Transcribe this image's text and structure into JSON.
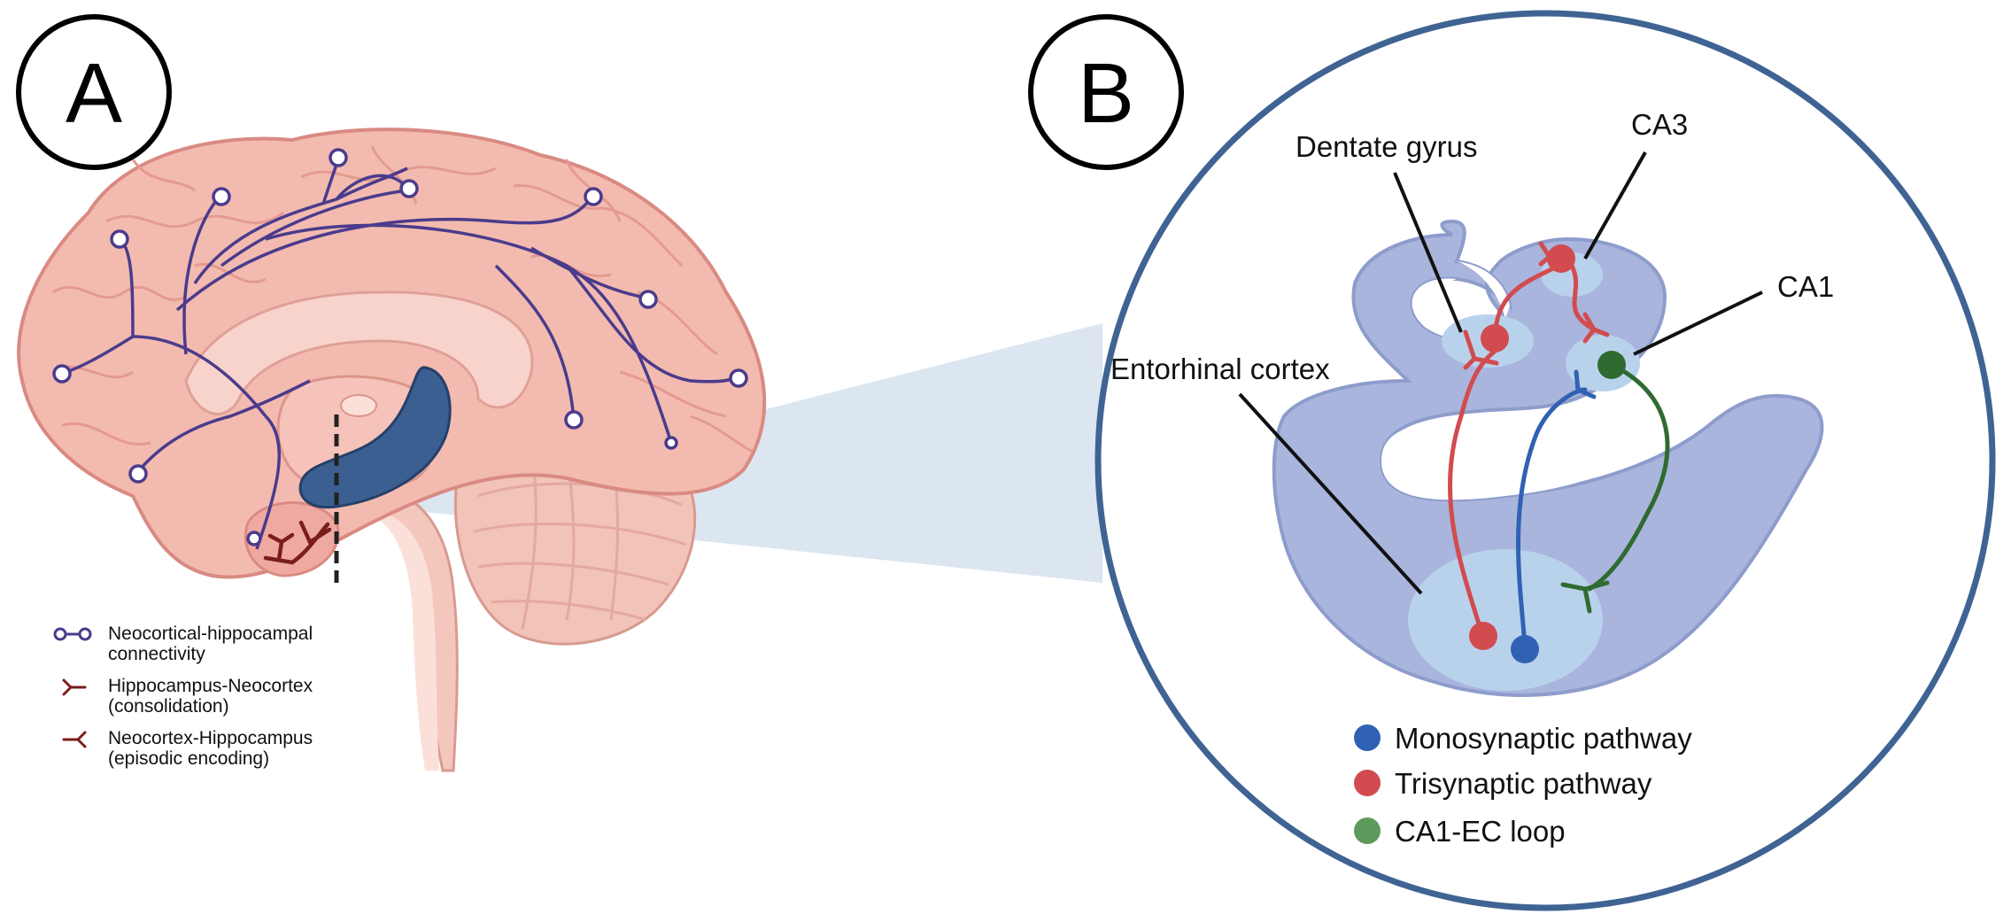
{
  "panel_a": {
    "letter": "A",
    "legend": [
      {
        "line1": "Neocortical-hippocampal",
        "line2": "connectivity",
        "icon": "circle-link-icon"
      },
      {
        "line1": "Hippocampus-Neocortex",
        "line2": "(consolidation)",
        "icon": "synapse-right-icon"
      },
      {
        "line1": "Neocortex-Hippocampus",
        "line2": "(episodic encoding)",
        "icon": "synapse-left-icon"
      }
    ]
  },
  "panel_b": {
    "letter": "B",
    "labels": {
      "dentate_gyrus": "Dentate gyrus",
      "ca3": "CA3",
      "ca1": "CA1",
      "entorhinal_cortex": "Entorhinal cortex"
    },
    "legend": [
      {
        "label": "Monosynaptic pathway",
        "color": "#2f62b3"
      },
      {
        "label": "Trisynaptic pathway",
        "color": "#d24b4e"
      },
      {
        "label": "CA1-EC loop",
        "color": "#4f8a4d"
      }
    ]
  },
  "colors": {
    "brain": "#f2b9ae",
    "brain_outline": "#d98a82",
    "connectivity": "#4b3b8c",
    "hippocampus": "#3c5f91",
    "synapse_dark": "#7a1d1d",
    "zoom_beam": "#d6e2ee",
    "circle_border": "#3f6393",
    "hippo_tissue": "#a9b5dc",
    "hippo_light": "#b9d2ec",
    "monosynaptic": "#2f62b3",
    "trisynaptic": "#d24b4e",
    "ca1_ec": "#2f6b30"
  }
}
